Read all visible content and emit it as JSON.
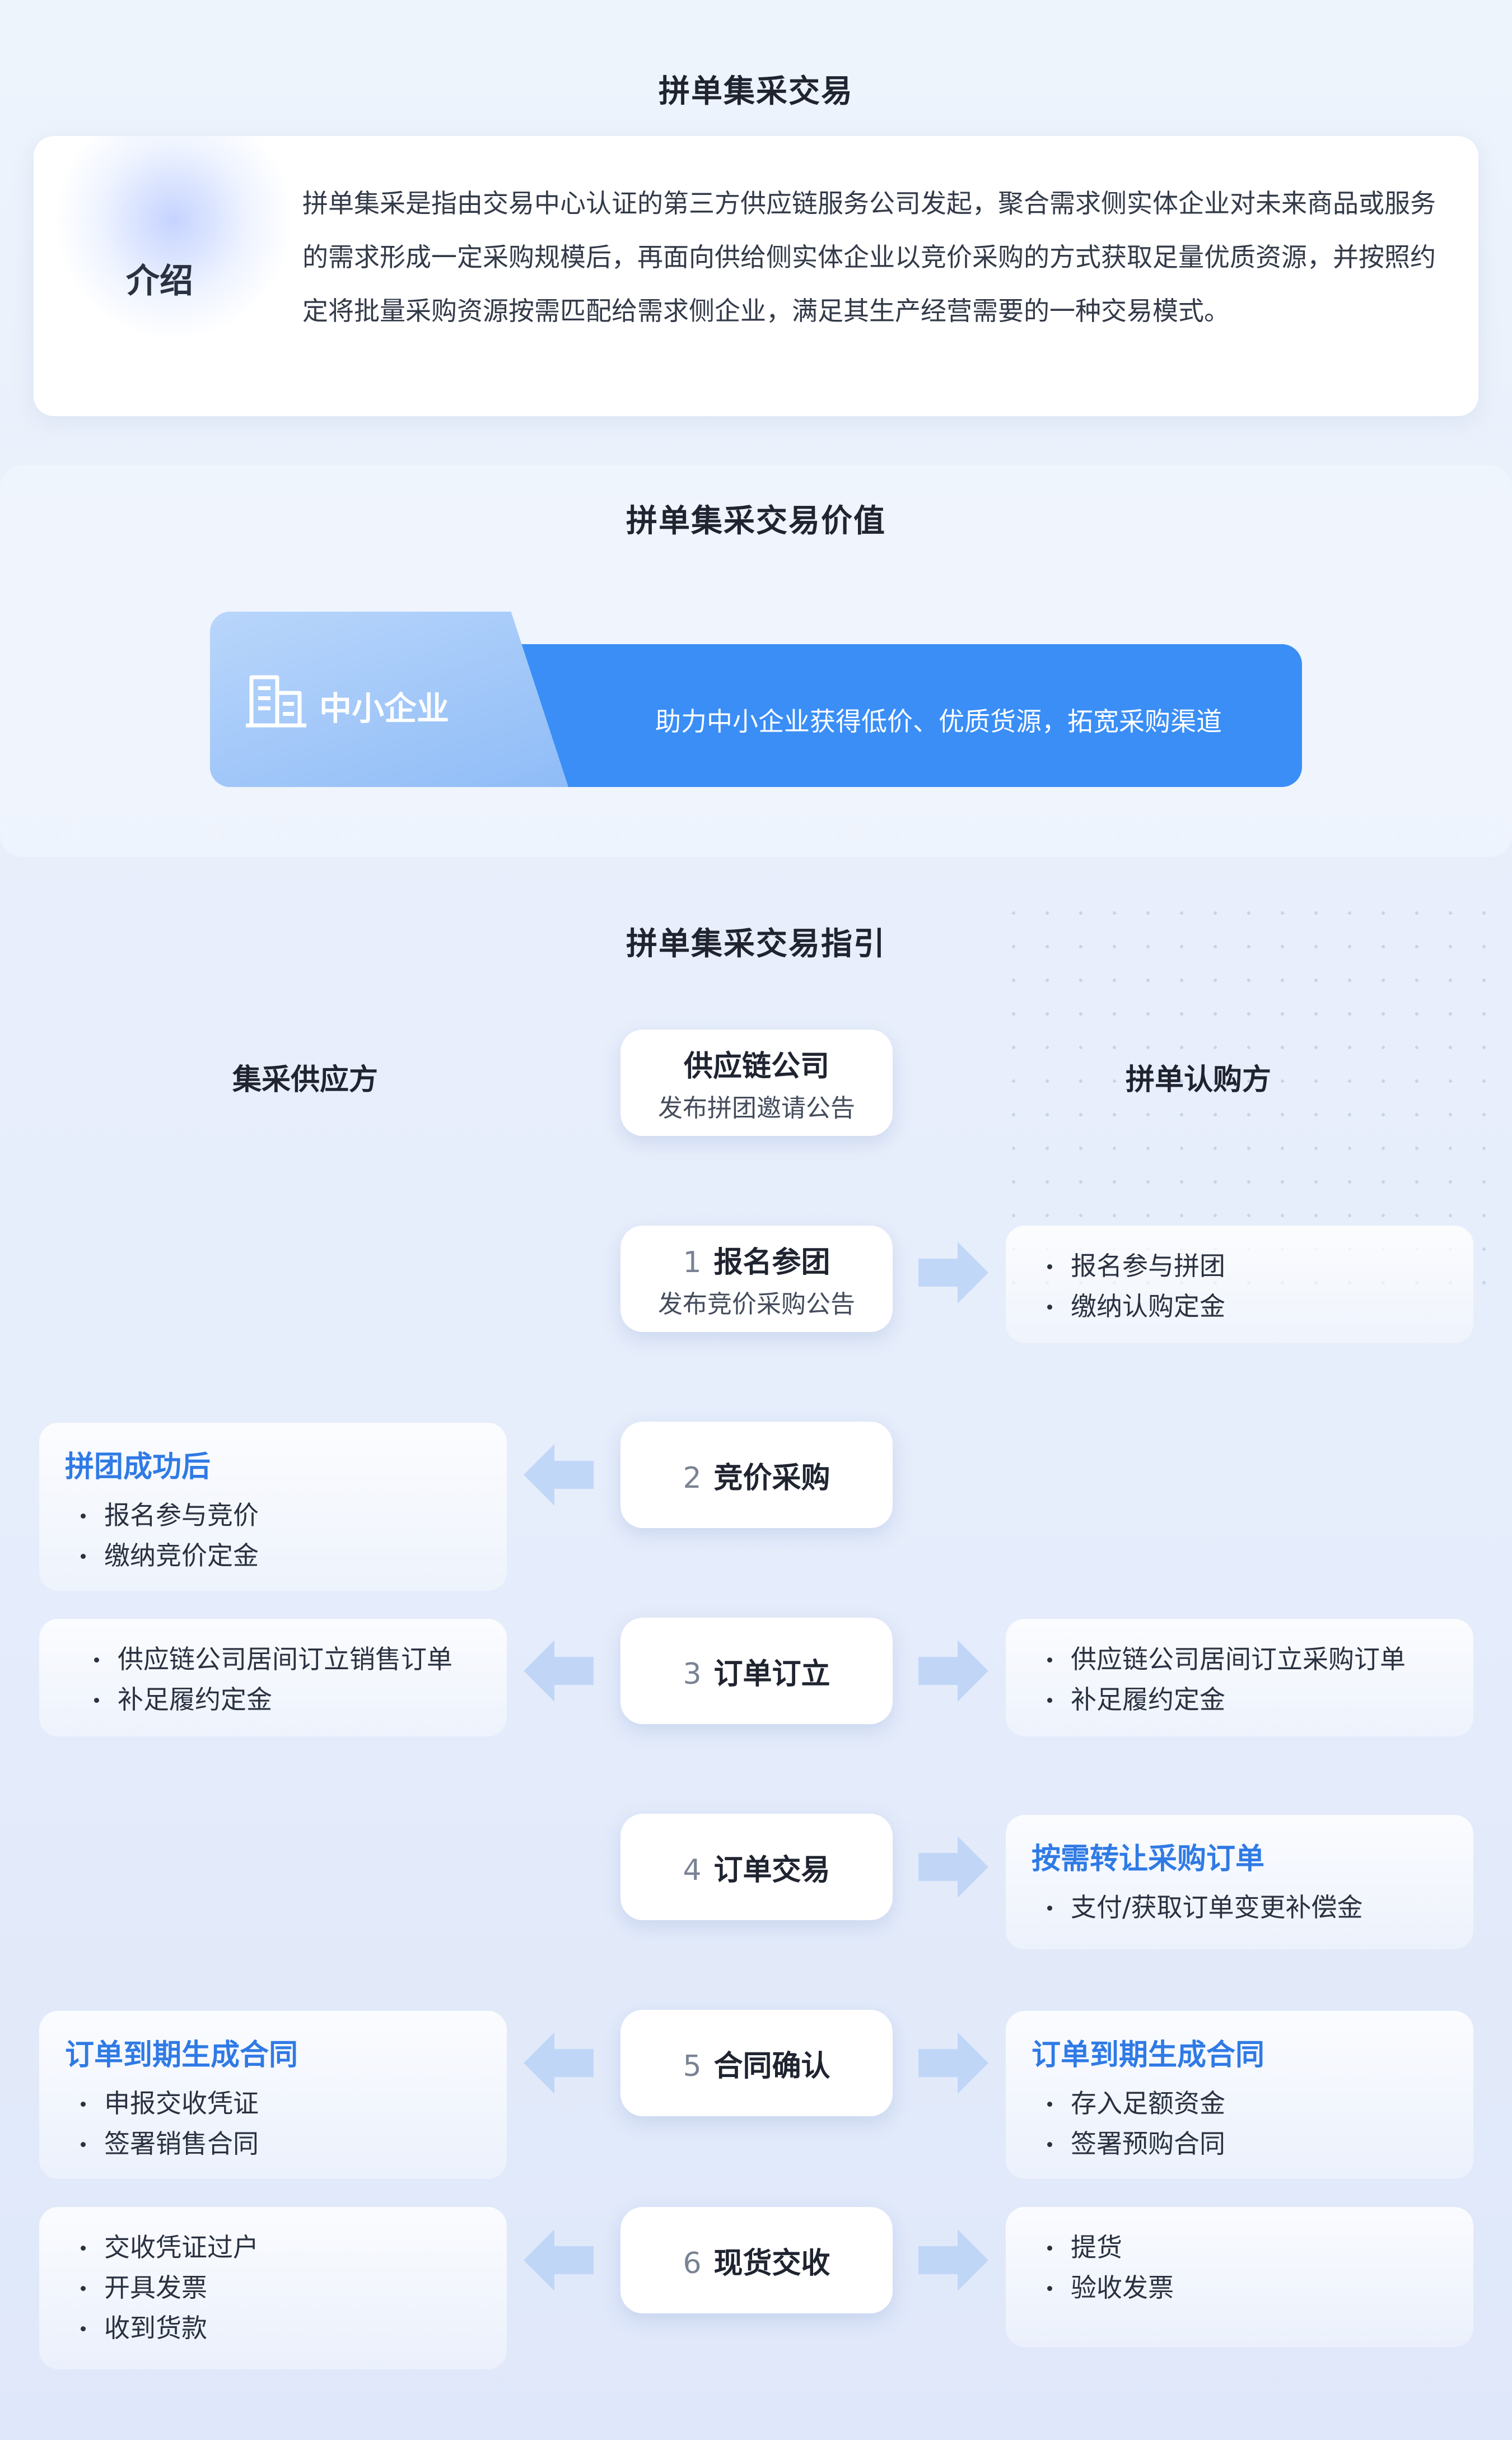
{
  "intro": {
    "title": "拼单集采交易",
    "label": "介绍",
    "text": "拼单集采是指由交易中心认证的第三方供应链服务公司发起，聚合需求侧实体企业对未来商品或服务的需求形成一定采购规模后，再面向供给侧实体企业以竞价采购的方式获取足量优质资源，并按照约定将批量采购资源按需匹配给需求侧企业，满足其生产经营需要的一种交易模式。"
  },
  "value": {
    "title": "拼单集采交易价值",
    "target": "中小企业",
    "icon": "building-icon",
    "description": "助力中小企业获得低价、优质货源，拓宽采购渠道"
  },
  "guide": {
    "title": "拼单集采交易指引",
    "left_head": "集采供应方",
    "right_head": "拼单认购方",
    "origin": {
      "title": "供应链公司",
      "subtitle": "发布拼团邀请公告"
    },
    "steps": [
      {
        "num": "1",
        "label": "报名参团",
        "subtitle": "发布竞价采购公告",
        "left": null,
        "right": {
          "title": "",
          "items": [
            "报名参与拼团",
            "缴纳认购定金"
          ]
        }
      },
      {
        "num": "2",
        "label": "竞价采购",
        "subtitle": "",
        "left": {
          "title": "拼团成功后",
          "items": [
            "报名参与竞价",
            "缴纳竞价定金"
          ]
        },
        "right": null
      },
      {
        "num": "3",
        "label": "订单订立",
        "subtitle": "",
        "left": {
          "title": "",
          "items": [
            "供应链公司居间订立销售订单",
            "补足履约定金"
          ]
        },
        "right": {
          "title": "",
          "items": [
            "供应链公司居间订立采购订单",
            "补足履约定金"
          ]
        }
      },
      {
        "num": "4",
        "label": "订单交易",
        "subtitle": "",
        "left": null,
        "right": {
          "title": "按需转让采购订单",
          "items": [
            "支付/获取订单变更补偿金"
          ]
        }
      },
      {
        "num": "5",
        "label": "合同确认",
        "subtitle": "",
        "left": {
          "title": "订单到期生成合同",
          "items": [
            "申报交收凭证",
            "签署销售合同"
          ]
        },
        "right": {
          "title": "订单到期生成合同",
          "items": [
            "存入足额资金",
            "签署预购合同"
          ]
        }
      },
      {
        "num": "6",
        "label": "现货交收",
        "subtitle": "",
        "left": {
          "title": "",
          "items": [
            "交收凭证过户",
            "开具发票",
            "收到货款"
          ]
        },
        "right": {
          "title": "",
          "items": [
            "提货",
            "验收发票"
          ]
        }
      }
    ]
  },
  "colors": {
    "accent": "#3a8ef6",
    "card_title": "#2f7ae5",
    "arrow": "#bcd4f6"
  }
}
